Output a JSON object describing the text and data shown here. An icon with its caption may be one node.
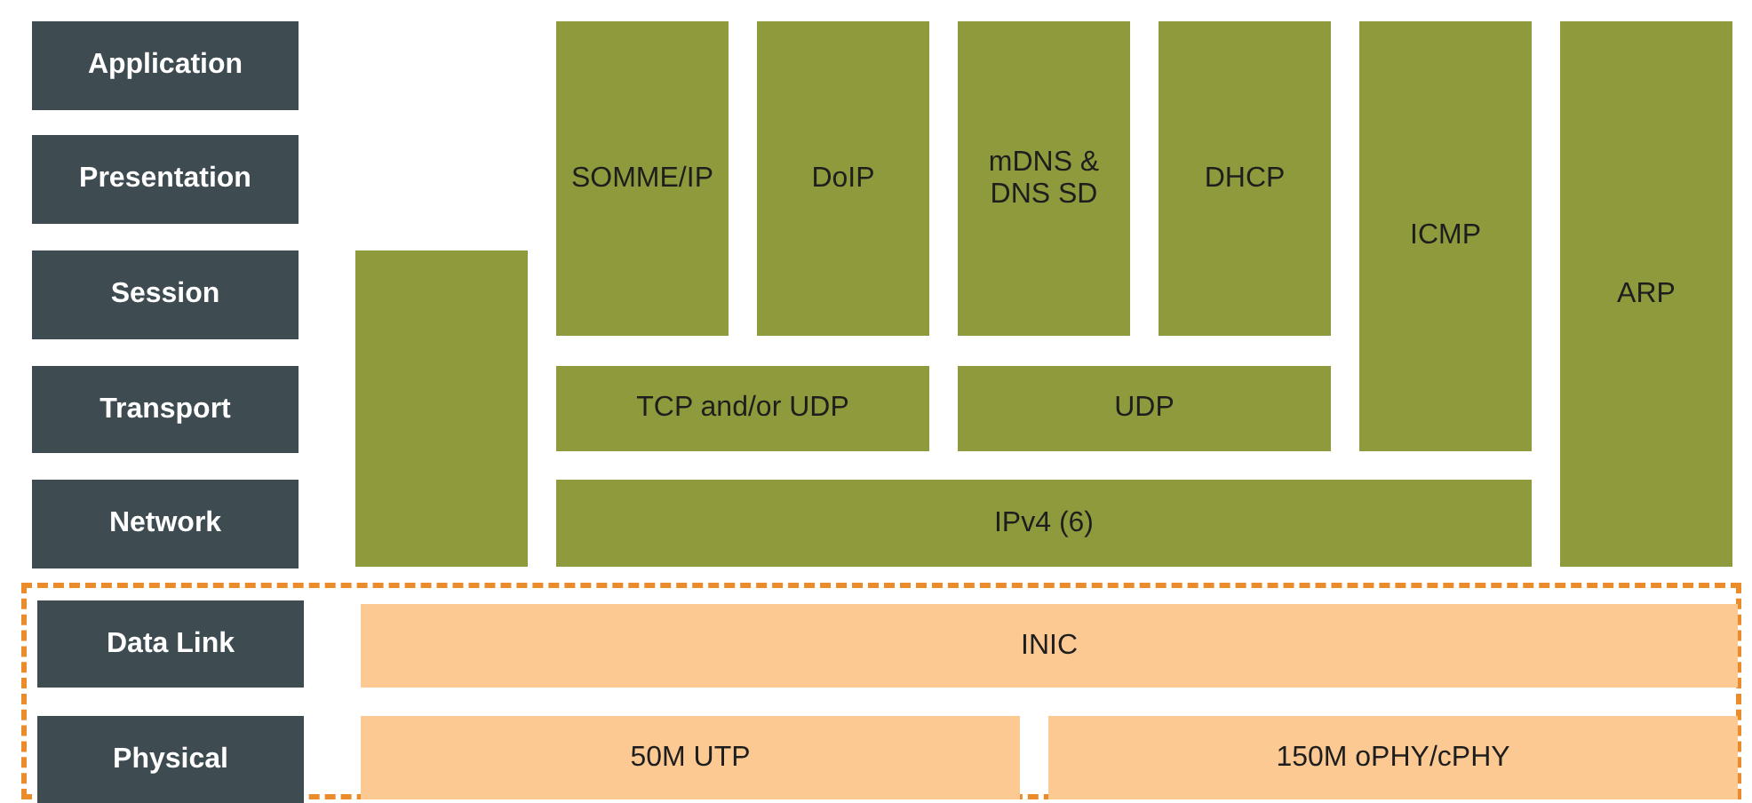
{
  "diagram": {
    "nodes": [
      {
        "text": [
          "Application"
        ]
      },
      {
        "text": [
          "Presentation"
        ]
      },
      {
        "text": [
          "Session"
        ]
      },
      {
        "text": [
          "Transport"
        ]
      },
      {
        "text": [
          "Network"
        ]
      },
      {
        "text": [
          "SOMME/IP"
        ]
      },
      {
        "text": [
          "DoIP"
        ]
      },
      {
        "text": [
          "mDNS & DNS SD"
        ]
      },
      {
        "text": [
          "DHCP"
        ]
      },
      {
        "text": [
          "ICMP"
        ]
      },
      {
        "text": [
          "ARP"
        ]
      },
      {
        "text": [],
        "shape": "box"
      },
      {
        "text": [
          "TCP and/or UDP"
        ]
      },
      {
        "text": [
          "UDP"
        ]
      },
      {
        "text": [
          "IPv4 (6)"
        ]
      },
      {
        "text": [],
        "shape": "box"
      },
      {
        "text": [
          "Data Link"
        ],
        "in": 15
      },
      {
        "text": [
          "INIC"
        ],
        "in": 15
      },
      {
        "text": [
          "Physical"
        ],
        "in": 15
      },
      {
        "text": [
          "50M UTP"
        ],
        "in": 15
      },
      {
        "text": [
          "150M oPHY/cPHY"
        ],
        "in": 15
      }
    ]
  }
}
